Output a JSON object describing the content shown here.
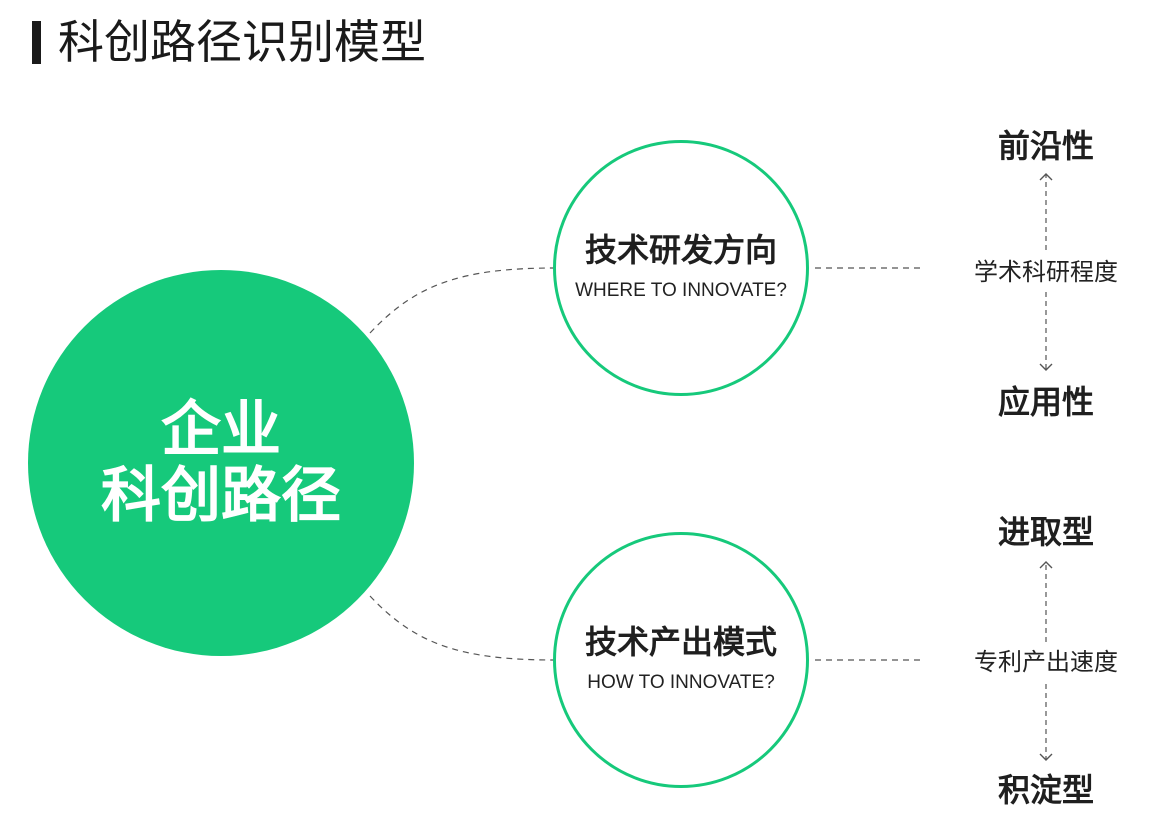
{
  "title": "科创路径识别模型",
  "colors": {
    "accent": "#16c97b",
    "line": "#555555",
    "text": "#222222"
  },
  "center": {
    "line1": "企业",
    "line2": "科创路径"
  },
  "branches": [
    {
      "title": "技术研发方向",
      "subtitle": "WHERE TO INNOVATE?",
      "axis_label": "学术科研程度",
      "top_pole": "前沿性",
      "bottom_pole": "应用性"
    },
    {
      "title": "技术产出模式",
      "subtitle": "HOW TO INNOVATE?",
      "axis_label": "专利产出速度",
      "top_pole": "进取型",
      "bottom_pole": "积淀型"
    }
  ]
}
